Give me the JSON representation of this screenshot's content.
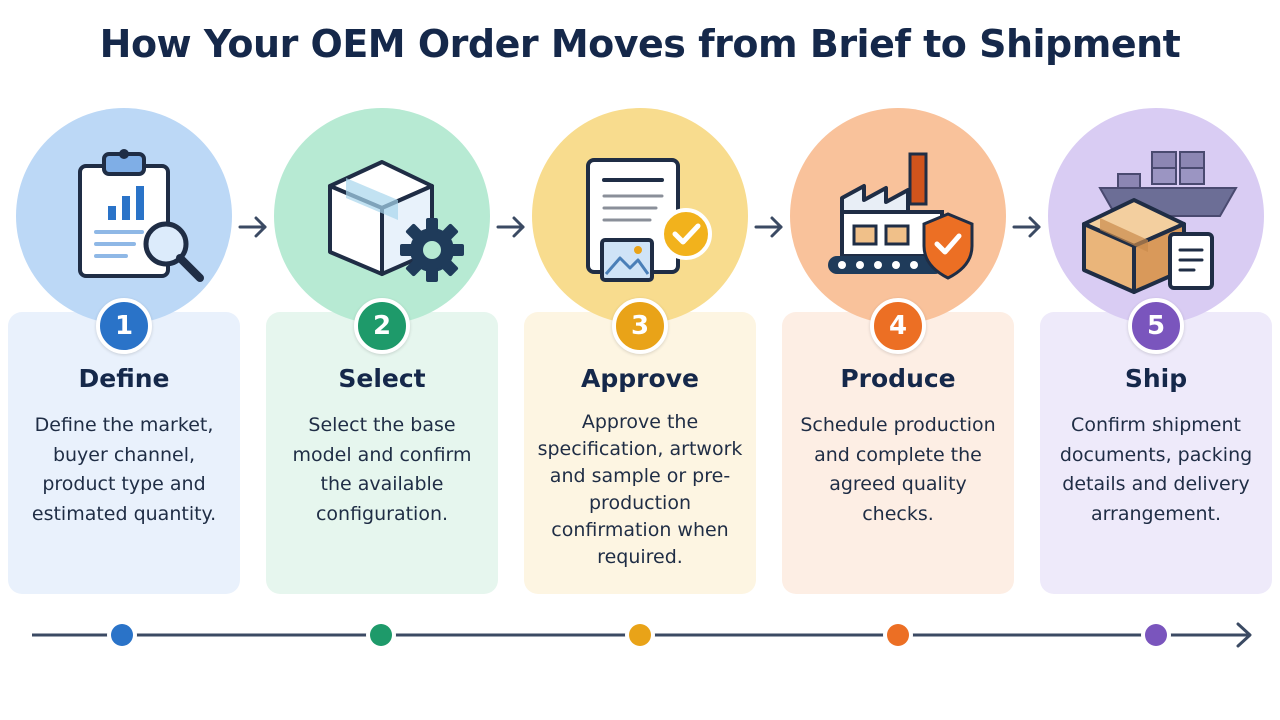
{
  "title": "How Your OEM Order Moves from Brief to Shipment",
  "colors": {
    "blue": "#2a73c8",
    "green": "#1e9a6a",
    "yellow": "#e9a318",
    "orange": "#ec6f24",
    "purple": "#7a55bd",
    "line": "#3b4a63"
  },
  "steps": [
    {
      "number": "1",
      "title": "Define",
      "description": "Define the market, buyer channel, product type and estimated quantity.",
      "icon": "clipboard-magnifier-icon"
    },
    {
      "number": "2",
      "title": "Select",
      "description": "Select the base model and confirm the available configuration.",
      "icon": "box-gear-icon"
    },
    {
      "number": "3",
      "title": "Approve",
      "description": "Approve the specification, artwork and sample or pre-production confirmation when required.",
      "icon": "document-check-icon"
    },
    {
      "number": "4",
      "title": "Produce",
      "description": "Schedule production and complete the agreed quality checks.",
      "icon": "factory-shield-icon"
    },
    {
      "number": "5",
      "title": "Ship",
      "description": "Confirm shipment documents, packing details and delivery arrangement.",
      "icon": "ship-box-document-icon"
    }
  ]
}
